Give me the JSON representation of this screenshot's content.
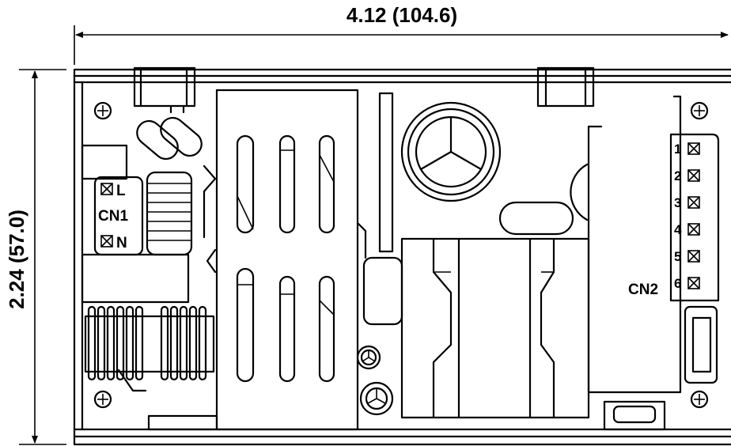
{
  "dimensions": {
    "width": "4.12 (104.6)",
    "height": "2.24 (57.0)"
  },
  "connectors": {
    "cn1": {
      "name": "CN1",
      "pins": [
        "L",
        "N"
      ]
    },
    "cn2": {
      "name": "CN2",
      "pins": [
        "1",
        "2",
        "3",
        "4",
        "5",
        "6"
      ]
    }
  }
}
